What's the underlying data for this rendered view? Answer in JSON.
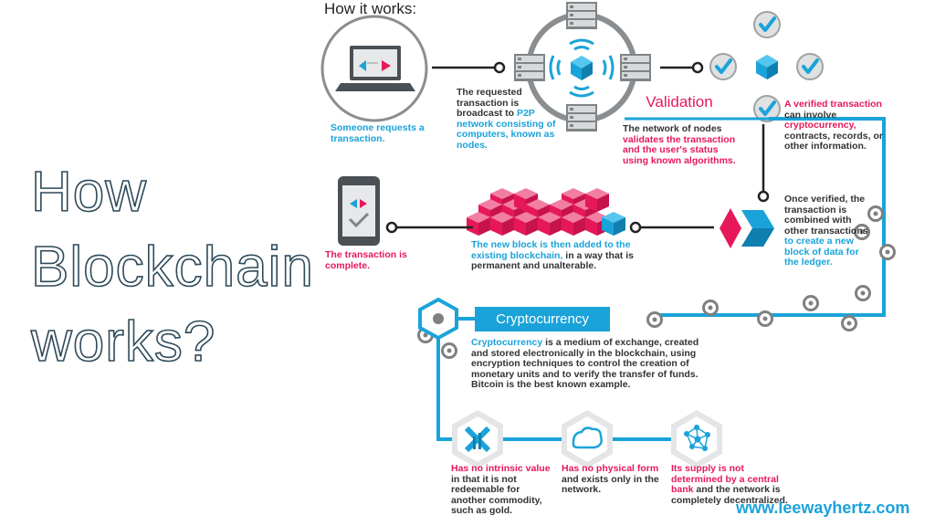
{
  "title": {
    "line1": "How",
    "line2": "Blockchain",
    "line3": "works?"
  },
  "how_it_works": "How it works:",
  "steps": {
    "request": "Someone requests a transaction.",
    "broadcast": {
      "part1": "The requested transaction is broadcast to ",
      "part2": "P2P network consisting of computers, known as nodes."
    },
    "validation_title": "Validation",
    "validation": {
      "part1": "The network of nodes ",
      "part2": "validates the transaction and the user's status using known algorithms."
    },
    "verified": {
      "part1": "A verified transaction",
      "part2": " can involve ",
      "part3": "cryptocurrency,",
      "part4": " contracts, records, or other information."
    },
    "combined": {
      "part1": "Once verified, the transaction is combined with other transactions ",
      "part2": "to create a new block of data for the ledger."
    },
    "new_block": {
      "part1": "The new block is then added to the ",
      "part2": "existing blockchain,",
      "part3": " in a way that is permanent and unalterable."
    },
    "complete": "The transaction is complete."
  },
  "crypto": {
    "title": "Cryptocurrency",
    "desc_part1": "Cryptocurrency",
    "desc_part2": " is a medium of exchange, created and stored electronically in the blockchain, using encryption techniques to control the creation of monetary units and to verify the transfer of funds. Bitcoin is the best known example.",
    "features": [
      {
        "part1": "Has no intrinsic value",
        "part2": " in that it is not redeemable for another commodity, such as gold."
      },
      {
        "part1": "Has no physical form",
        "part2": " and exists only in the network."
      },
      {
        "part1": "Its supply is not determined by a central bank",
        "part2": " and the network is completely decentralized."
      }
    ]
  },
  "brand": "www.leewayhertz.com",
  "colors": {
    "cyan": "#1aa3d9",
    "pink": "#e6185a",
    "dark": "#333333",
    "gray": "#808080",
    "outline": "#2e4a5a"
  }
}
